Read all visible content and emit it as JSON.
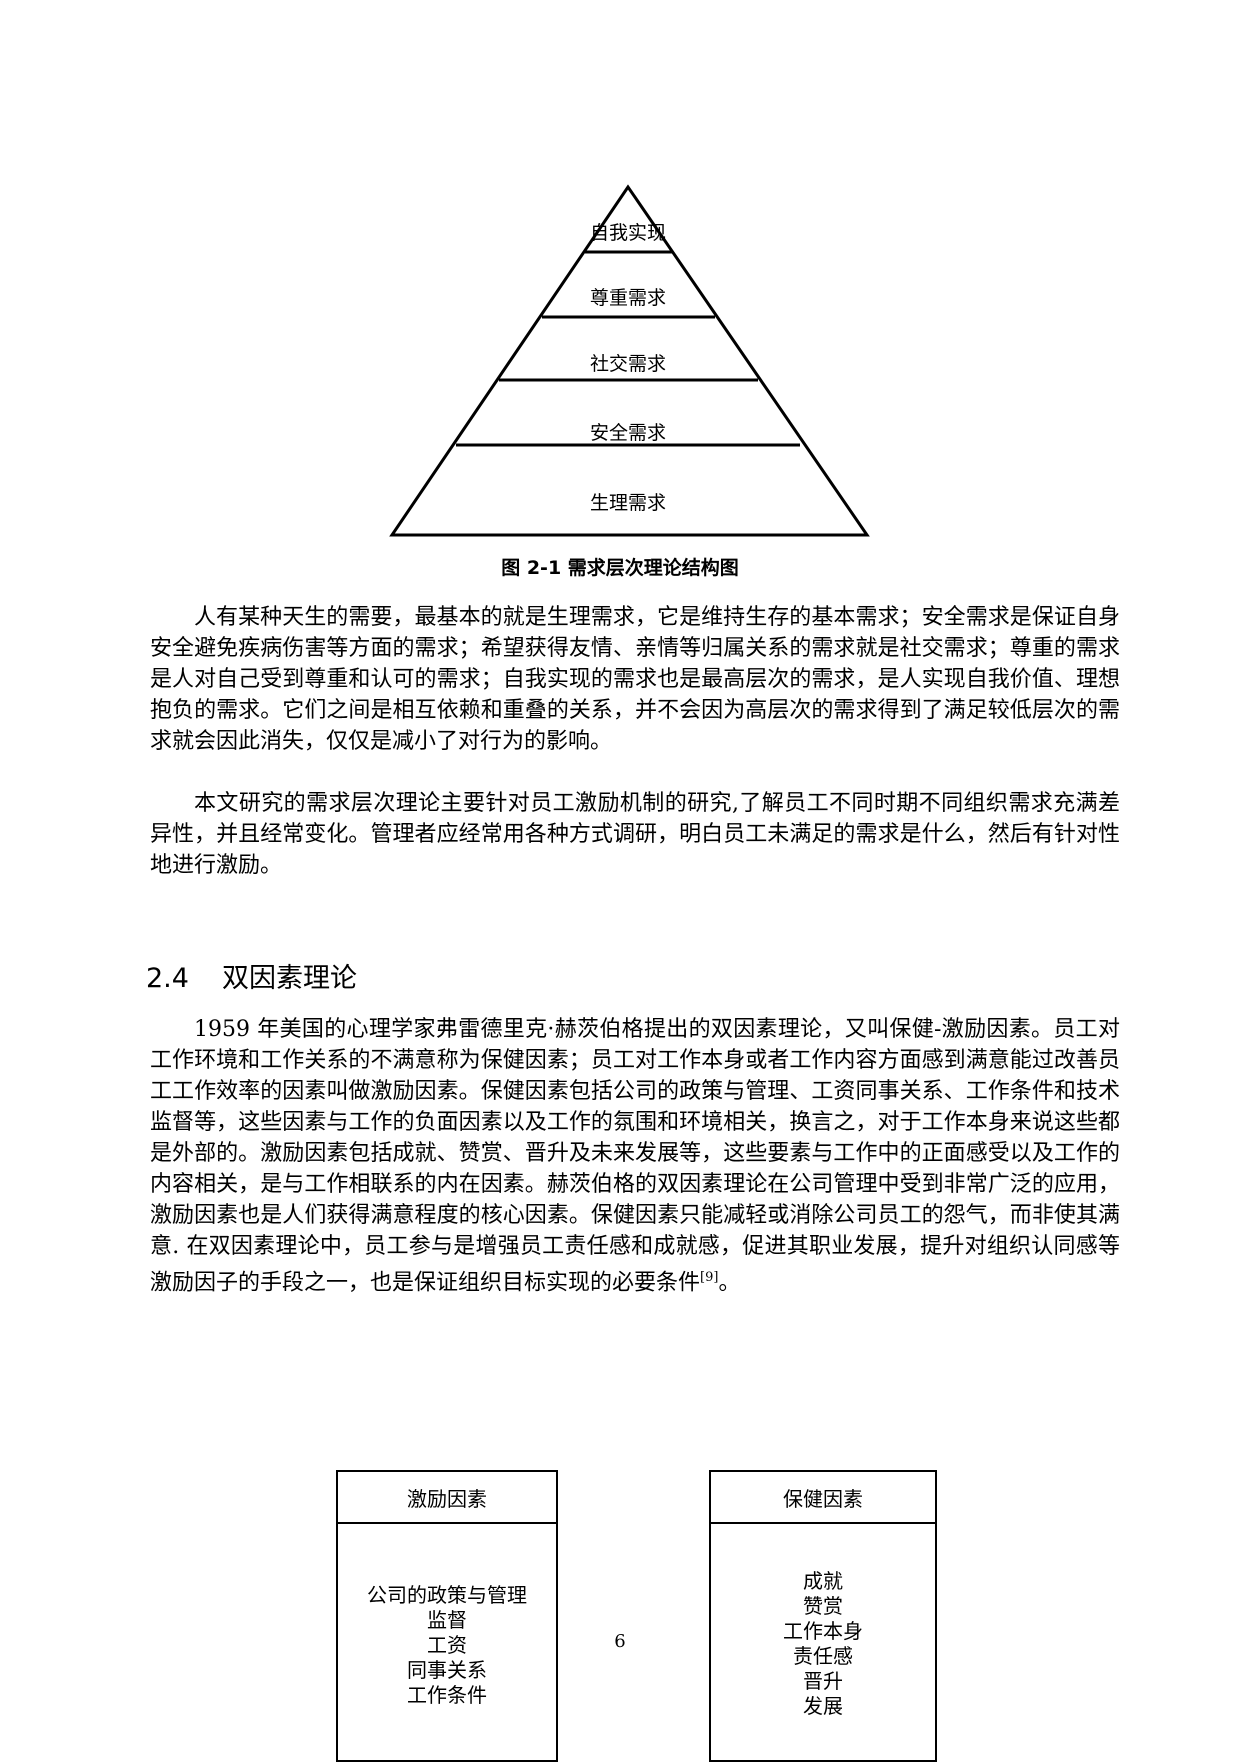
{
  "figure1": {
    "levels": [
      "自我实现",
      "尊重需求",
      "社交需求",
      "安全需求",
      "生理需求"
    ],
    "caption": "图 2-1 需求层次理论结构图"
  },
  "paragraphs_a": [
    "人有某种天生的需要，最基本的就是生理需求，它是维持生存的基本需求；安全需求是保证自身安全避免疾病伤害等方面的需求；希望获得友情、亲情等归属关系的需求就是社交需求；尊重的需求是人对自己受到尊重和认可的需求；自我实现的需求也是最高层次的需求，是人实现自我价值、理想抱负的需求。它们之间是相互依赖和重叠的关系，并不会因为高层次的需求得到了满足较低层次的需求就会因此消失，仅仅是减小了对行为的影响。",
    "本文研究的需求层次理论主要针对员工激励机制的研究,了解员工不同时期不同组织需求充满差异性，并且经常变化。管理者应经常用各种方式调研，明白员工未满足的需求是什么，然后有针对性地进行激励。"
  ],
  "section": {
    "number": "2.4",
    "title": "双因素理论"
  },
  "paragraph_b": {
    "text": "1959 年美国的心理学家弗雷德里克·赫茨伯格提出的双因素理论，又叫保健-激励因素。员工对工作环境和工作关系的不满意称为保健因素；员工对工作本身或者工作内容方面感到满意能过改善员工工作效率的因素叫做激励因素。保健因素包括公司的政策与管理、工资同事关系、工作条件和技术监督等，这些因素与工作的负面因素以及工作的氛围和环境相关，换言之，对于工作本身来说这些都是外部的。激励因素包括成就、赞赏、晋升及未来发展等，这些要素与工作中的正面感受以及工作的内容相关，是与工作相联系的内在因素。赫茨伯格的双因素理论在公司管理中受到非常广泛的应用，激励因素也是人们获得满意程度的核心因素。保健因素只能减轻或消除公司员工的怨气，而非使其满意. 在双因素理论中，员工参与是增强员工责任感和成就感，促进其职业发展，提升对组织认同感等激励因子的手段之一，也是保证组织目标实现的必要条件",
    "citation": "[9]",
    "end": "。"
  },
  "figure2": {
    "left_header": "激励因素",
    "left_items": [
      "公司的政策与管理",
      "监督",
      "工资",
      "同事关系",
      "工作条件"
    ],
    "right_header": "保健因素",
    "right_items": [
      "成就",
      "赞赏",
      "工作本身",
      "责任感",
      "晋升",
      "发展"
    ]
  },
  "page_number": "6"
}
